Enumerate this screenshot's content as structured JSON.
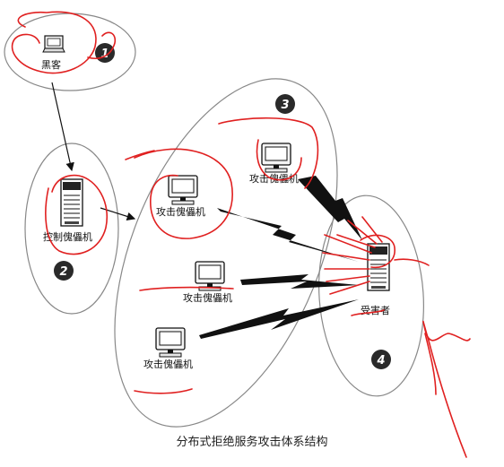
{
  "labels": {
    "hacker": "黑客",
    "controller": "控制傀儡机",
    "zombie_top": "攻击傀儡机",
    "zombie_a": "攻击傀儡机",
    "zombie_b": "攻击傀儡机",
    "zombie_c": "攻击傀儡机",
    "victim": "受害者"
  },
  "badges": {
    "b1": "1",
    "b2": "2",
    "b3": "3",
    "b4": "4"
  },
  "caption": "分布式拒绝服务攻击体系结构",
  "colors": {
    "ink": "#111111",
    "ellipse": "#888888",
    "annotation": "#e02020",
    "badge_fill": "#2a2a2a",
    "badge_text": "#ffffff"
  }
}
